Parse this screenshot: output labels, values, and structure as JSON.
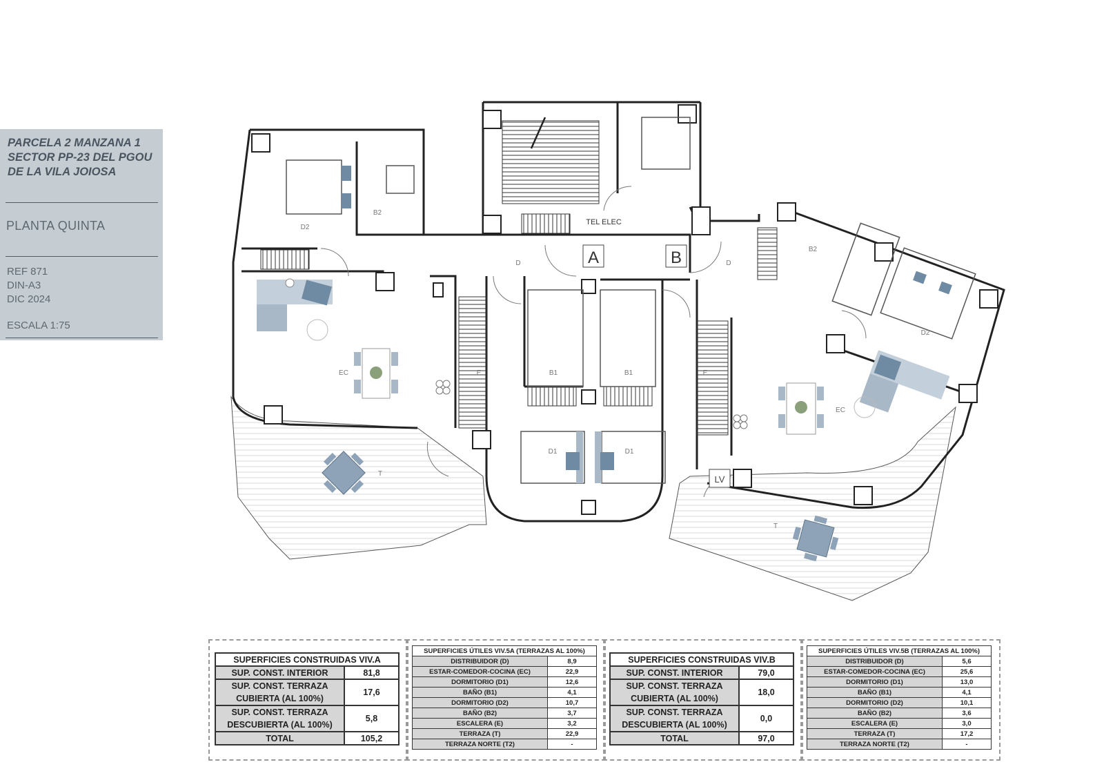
{
  "info": {
    "title_lines": [
      "PARCELA 2 MANZANA 1",
      "SECTOR PP-23 DEL PGOU",
      "DE LA VILA JOIOSA"
    ],
    "floor": "PLANTA QUINTA",
    "ref": "REF  871",
    "format": "DIN-A3",
    "date": "DIC 2024",
    "scale": "ESCALA 1:75"
  },
  "plan_labels": {
    "core_a": "A",
    "core_b": "B",
    "tel_elec": "TEL  ELEC",
    "lv": "LV",
    "a_d2": "D2",
    "a_b2": "B2",
    "a_d": "D",
    "a_ec": "EC",
    "a_e": "E",
    "a_b1": "B1",
    "a_d1": "D1",
    "a_t": "T",
    "b_d": "D",
    "b_b2": "B2",
    "b_d2": "D2",
    "b_ec": "EC",
    "b_e": "E",
    "b_b1": "B1",
    "b_d1": "D1",
    "b_t": "T"
  },
  "table_a": {
    "header": "SUPERFICIES CONSTRUIDAS VIV.A",
    "rows": [
      {
        "label": "SUP. CONST. INTERIOR",
        "value": "81,8"
      },
      {
        "label": "SUP. CONST. TERRAZA",
        "label2": "CUBIERTA (AL 100%)",
        "value": "17,6"
      },
      {
        "label": "SUP. CONST. TERRAZA",
        "label2": "DESCUBIERTA (AL 100%)",
        "value": "5,8"
      },
      {
        "label": "TOTAL",
        "value": "105,2"
      }
    ]
  },
  "table_a_uses": {
    "header": "SUPERFICIES ÚTILES VIV.5A (TERRAZAS AL 100%)",
    "rows": [
      {
        "label": "DISTRIBUIDOR (D)",
        "value": "8,9"
      },
      {
        "label": "ESTAR-COMEDOR-COCINA (EC)",
        "value": "22,9"
      },
      {
        "label": "DORMITORIO (D1)",
        "value": "12,6"
      },
      {
        "label": "BAÑO (B1)",
        "value": "4,1"
      },
      {
        "label": "DORMITORIO (D2)",
        "value": "10,7"
      },
      {
        "label": "BAÑO (B2)",
        "value": "3,7"
      },
      {
        "label": "ESCALERA (E)",
        "value": "3,2"
      },
      {
        "label": "TERRAZA (T)",
        "value": "22,9"
      },
      {
        "label": "TERRAZA NORTE (T2)",
        "value": "-"
      }
    ]
  },
  "table_b": {
    "header": "SUPERFICIES CONSTRUIDAS VIV.B",
    "rows": [
      {
        "label": "SUP. CONST. INTERIOR",
        "value": "79,0"
      },
      {
        "label": "SUP. CONST. TERRAZA",
        "label2": "CUBIERTA (AL 100%)",
        "value": "18,0"
      },
      {
        "label": "SUP. CONST. TERRAZA",
        "label2": "DESCUBIERTA (AL 100%)",
        "value": "0,0"
      },
      {
        "label": "TOTAL",
        "value": "97,0"
      }
    ]
  },
  "table_b_uses": {
    "header": "SUPERFICIES ÚTILES VIV.5B (TERRAZAS AL 100%)",
    "rows": [
      {
        "label": "DISTRIBUIDOR (D)",
        "value": "5,6"
      },
      {
        "label": "ESTAR-COMEDOR-COCINA (EC)",
        "value": "25,6"
      },
      {
        "label": "DORMITORIO (D1)",
        "value": "13,0"
      },
      {
        "label": "BAÑO (B1)",
        "value": "4,1"
      },
      {
        "label": "DORMITORIO (D2)",
        "value": "10,1"
      },
      {
        "label": "BAÑO (B2)",
        "value": "3,6"
      },
      {
        "label": "ESCALERA (E)",
        "value": "3,0"
      },
      {
        "label": "TERRAZA (T)",
        "value": "17,2"
      },
      {
        "label": "TERRAZA NORTE (T2)",
        "value": "-"
      }
    ]
  },
  "colors": {
    "wall": "#222222",
    "furniture": "#6f8ba3",
    "furniture_light": "#a9b8c6",
    "terrace_line": "#cccccc",
    "sidebar": "#c5cdd3"
  }
}
